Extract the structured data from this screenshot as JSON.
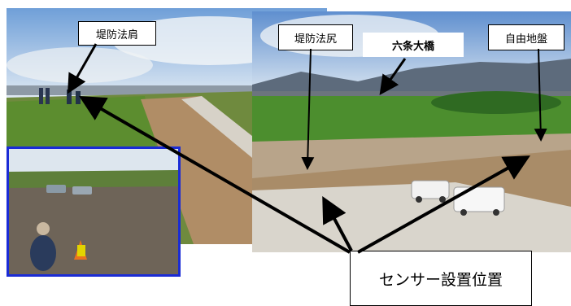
{
  "labels": {
    "levee_shoulder": "堤防法肩",
    "levee_toe": "堤防法尻",
    "bridge": "六条大橋",
    "natural_ground": "自由地盤"
  },
  "sensor_position": "センサー設置位置",
  "colors": {
    "inset_border": "#1a2bd6",
    "sky": "#9ec3e6",
    "grass": "#4f8f2e",
    "soil": "#b89a78"
  }
}
